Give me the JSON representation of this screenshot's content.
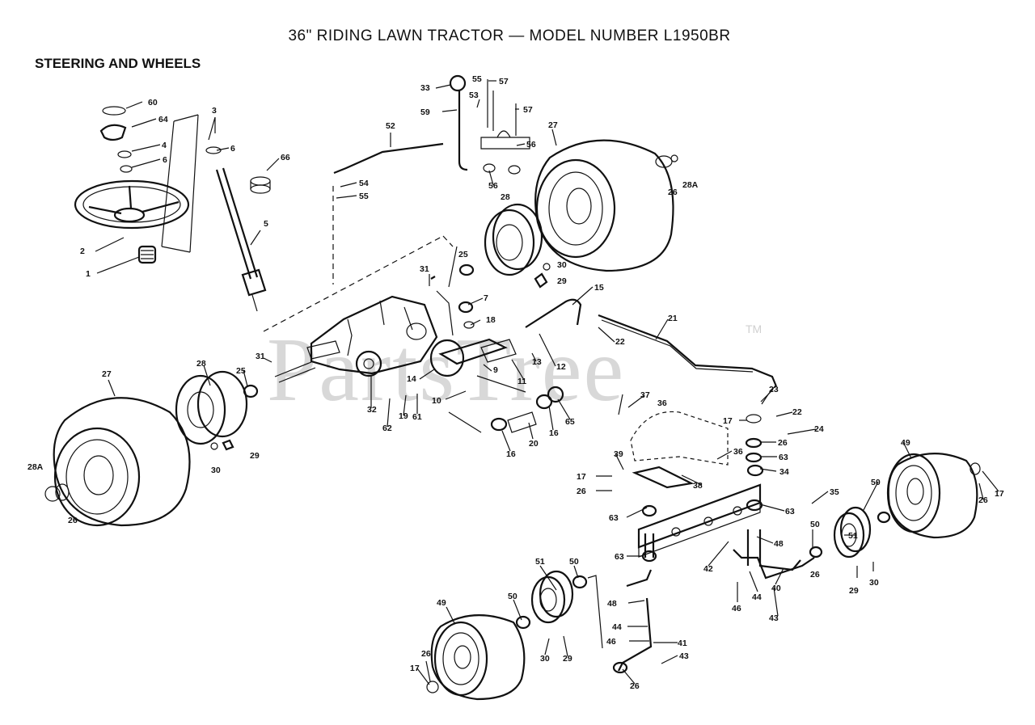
{
  "header": {
    "title": "36\" RIDING LAWN TRACTOR — MODEL NUMBER L1950BR",
    "section": "STEERING AND WHEELS"
  },
  "watermark": {
    "text": "PartsTree",
    "tm": "TM"
  },
  "callouts": {
    "c60": "60",
    "c64": "64",
    "c3": "3",
    "c4": "4",
    "c6a": "6",
    "c6b": "6",
    "c66": "66",
    "c2": "2",
    "c1": "1",
    "c5": "5",
    "c52": "52",
    "c33": "33",
    "c55a": "55",
    "c57a": "57",
    "c53": "53",
    "c59": "59",
    "c57b": "57",
    "c56a": "56",
    "c56b": "56",
    "c54": "54",
    "c55b": "55",
    "c27a": "27",
    "c26a": "26",
    "c28Aa": "28A",
    "c28a": "28",
    "c25a": "25",
    "c30a": "30",
    "c29a": "29",
    "c31a": "31",
    "c7": "7",
    "c15": "15",
    "c18": "18",
    "c21": "21",
    "c22a": "22",
    "c12": "12",
    "c13": "13",
    "c9": "9",
    "c11": "11",
    "c14": "14",
    "c10": "10",
    "c31b": "31",
    "c27b": "27",
    "c28b": "28",
    "c25b": "25",
    "c32": "32",
    "c62": "62",
    "c19": "19",
    "c61": "61",
    "c20": "20",
    "c16a": "16",
    "c16b": "16",
    "c65": "65",
    "c28Ab": "28A",
    "c26b": "26",
    "c30b": "30",
    "c29b": "29",
    "c37": "37",
    "c36a": "36",
    "c23": "23",
    "c22b": "22",
    "c17a": "17",
    "c26c": "26",
    "c24": "24",
    "c63a": "63",
    "c34": "34",
    "c36b": "36",
    "c39": "39",
    "c38": "38",
    "c17b": "17",
    "c26d": "26",
    "c63b": "63",
    "c63c": "63",
    "c35": "35",
    "c49a": "49",
    "c50a": "50",
    "c17c": "17",
    "c26e": "26",
    "c51a": "51",
    "c50b": "50",
    "c26f": "26",
    "c30c": "30",
    "c29c": "29",
    "c48a": "48",
    "c42": "42",
    "c63d": "63",
    "c46a": "46",
    "c44a": "44",
    "c40": "40",
    "c43a": "43",
    "c51b": "51",
    "c50c": "50",
    "c48b": "48",
    "c49b": "49",
    "c50d": "50",
    "c44b": "44",
    "c46b": "46",
    "c41": "41",
    "c43b": "43",
    "c26g": "26",
    "c30d": "30",
    "c29d": "29",
    "c26h": "26",
    "c17d": "17"
  }
}
